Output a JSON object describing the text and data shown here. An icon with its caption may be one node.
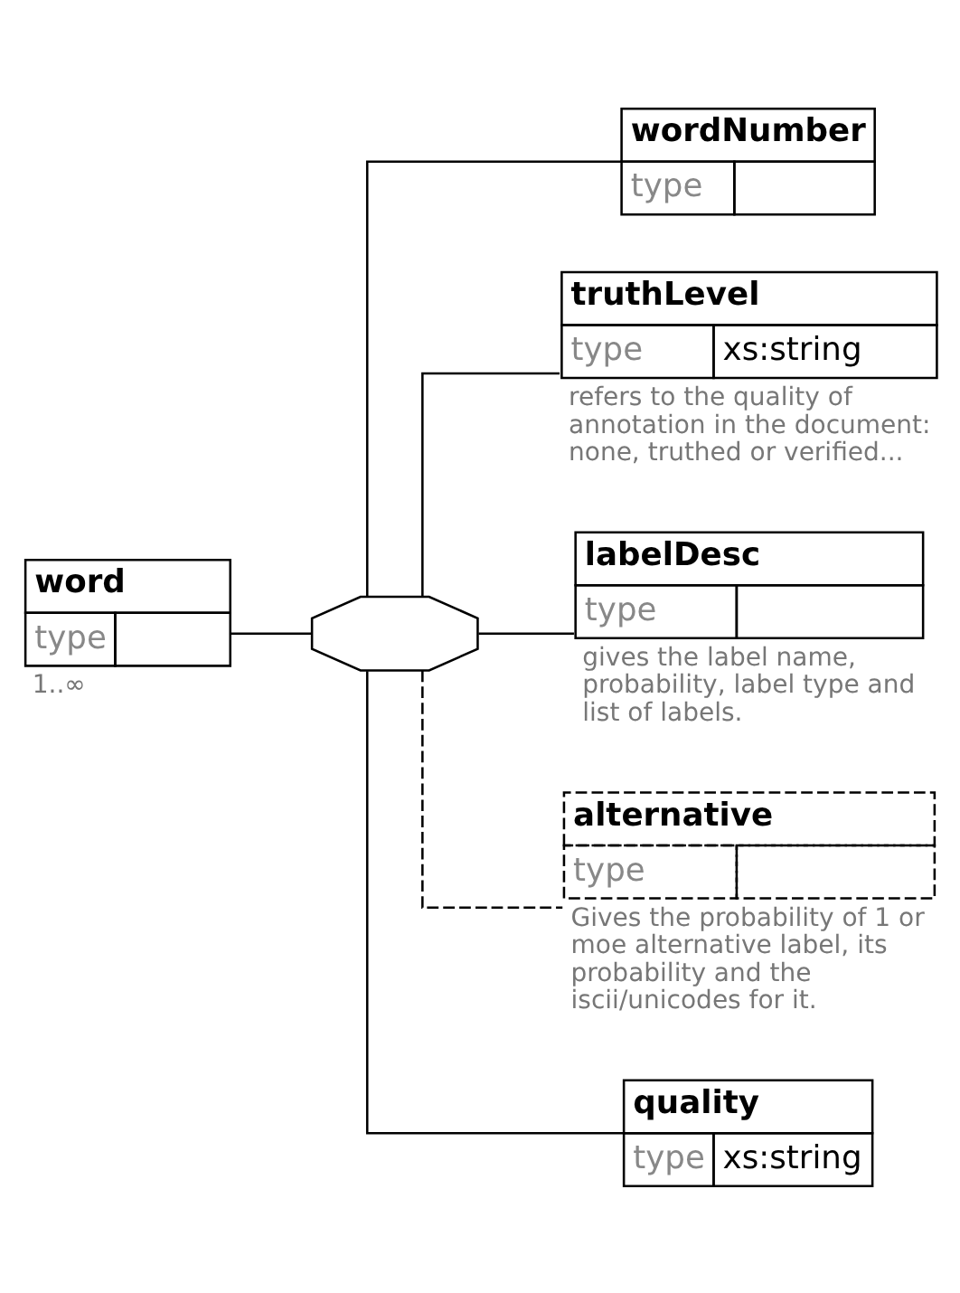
{
  "diagram": {
    "nodes": [
      {
        "text": [
          "word",
          "type"
        ],
        "beside": [
          "1..∞"
        ]
      },
      {
        "text": [],
        "shape": "octagon"
      },
      {
        "text": [
          "wordNumber",
          "type"
        ]
      },
      {
        "text": [
          "truthLevel",
          "type",
          "xs:string"
        ],
        "beside": [
          "refers to the quality of annotation in the document: none, truthed or verified..."
        ]
      },
      {
        "text": [
          "labelDesc",
          "type"
        ],
        "beside": [
          "gives the label name, probability, label type and list of labels."
        ]
      },
      {
        "text": [
          "alternative",
          "type"
        ],
        "beside": [
          "Gives the probability of 1 or moe alternative label, its probability and the iscii/unicodes for it."
        ]
      },
      {
        "text": [
          "quality",
          "type",
          "xs:string"
        ]
      }
    ],
    "edges": [
      {
        "from": 0,
        "to": 1,
        "arrow": "none"
      },
      {
        "from": 1,
        "to": 2,
        "arrow": "none"
      },
      {
        "from": 1,
        "to": 3,
        "arrow": "none"
      },
      {
        "from": 1,
        "to": 4,
        "arrow": "none"
      },
      {
        "from": 1,
        "to": 5,
        "arrow": "none",
        "style": "dashed"
      },
      {
        "from": 1,
        "to": 6,
        "arrow": "none"
      }
    ]
  }
}
